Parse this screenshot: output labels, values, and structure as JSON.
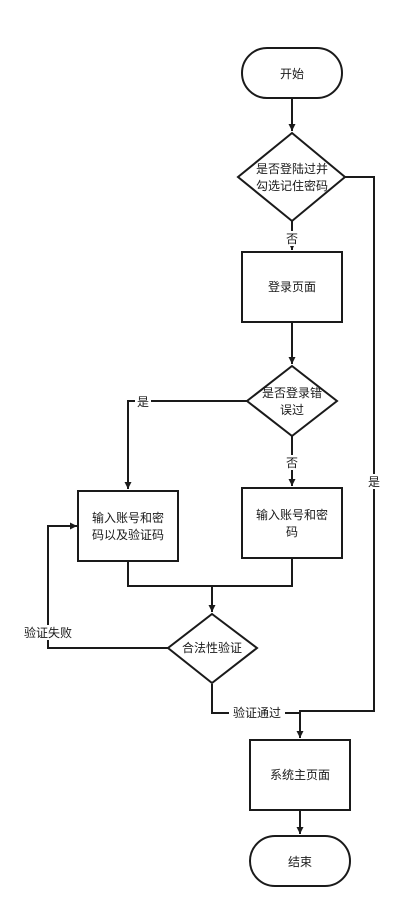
{
  "nodes": {
    "start": {
      "lines": [
        "开始"
      ]
    },
    "check_remembered": {
      "lines": [
        "是否登陆过并",
        "勾选记住密码"
      ]
    },
    "login_page": {
      "lines": [
        "登录页面"
      ]
    },
    "check_login_error": {
      "lines": [
        "是否登录错",
        "误过"
      ]
    },
    "input_with_captcha": {
      "lines": [
        "输入账号和密",
        "码以及验证码"
      ]
    },
    "input_account": {
      "lines": [
        "输入账号和密",
        "码"
      ]
    },
    "validate": {
      "lines": [
        "合法性验证"
      ]
    },
    "main_page": {
      "lines": [
        "系统主页面"
      ]
    },
    "end": {
      "lines": [
        "结束"
      ]
    }
  },
  "edges": {
    "remembered_no": "否",
    "remembered_yes": "是",
    "error_yes": "是",
    "error_no": "否",
    "validate_fail": "验证失败",
    "validate_pass": "验证通过"
  }
}
